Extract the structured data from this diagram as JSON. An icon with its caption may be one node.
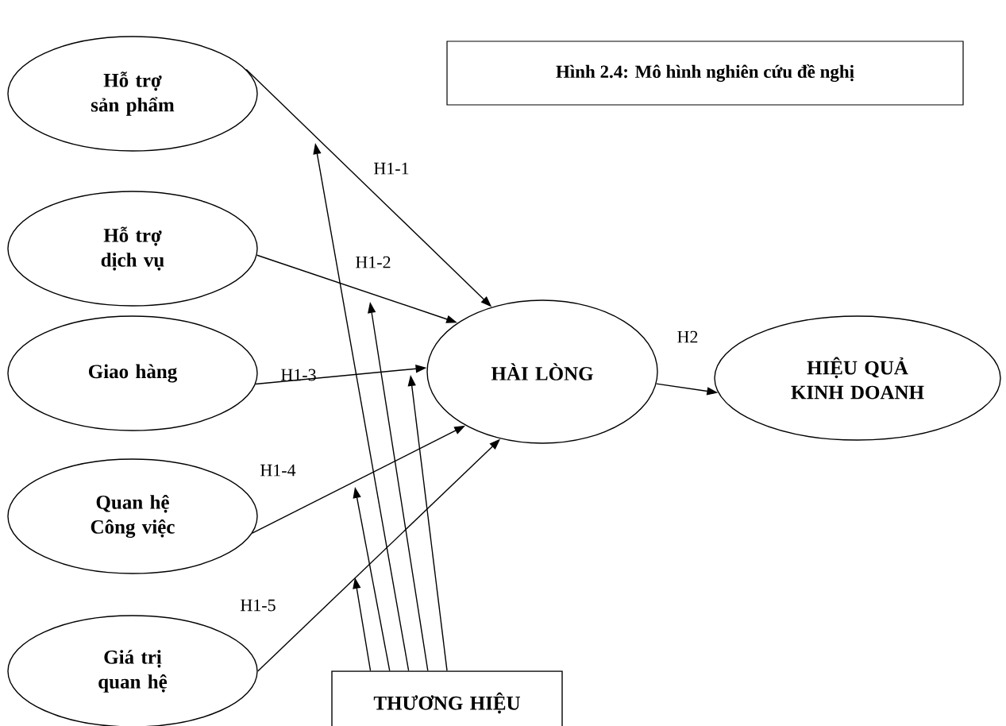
{
  "diagram": {
    "title": "Hình 2.4: Mô hình nghiên cứu đề nghị",
    "nodes": [
      {
        "text": [
          "Hỗ trợ sản phẩm"
        ]
      },
      {
        "text": [
          "Hỗ trợ dịch vụ"
        ]
      },
      {
        "text": [
          "Giao hàng"
        ]
      },
      {
        "text": [
          "Quan hệ Công việc"
        ]
      },
      {
        "text": [
          "Giá trị quan hệ"
        ]
      },
      {
        "text": [
          "HÀI LÒNG"
        ]
      },
      {
        "text": [
          "HIỆU QUẢ KINH DOANH"
        ]
      },
      {
        "text": [
          "THƯƠNG HIỆU"
        ]
      }
    ],
    "edges": [
      {
        "from": 0,
        "to": 5,
        "arrow": "to",
        "label": "H1-1"
      },
      {
        "from": 1,
        "to": 5,
        "arrow": "to",
        "label": "H1-2"
      },
      {
        "from": 2,
        "to": 5,
        "arrow": "to",
        "label": "H1-3"
      },
      {
        "from": 3,
        "to": 5,
        "arrow": "to",
        "label": "H1-4"
      },
      {
        "from": 4,
        "to": 5,
        "arrow": "to",
        "label": "H1-5"
      },
      {
        "from": 5,
        "to": 6,
        "arrow": "to",
        "label": "H2"
      },
      {
        "from": 7,
        "to": null,
        "arrow": "to"
      },
      {
        "from": 7,
        "to": null,
        "arrow": "to"
      },
      {
        "from": 7,
        "to": null,
        "arrow": "to"
      },
      {
        "from": 7,
        "to": null,
        "arrow": "to"
      },
      {
        "from": 7,
        "to": null,
        "arrow": "to"
      }
    ]
  }
}
